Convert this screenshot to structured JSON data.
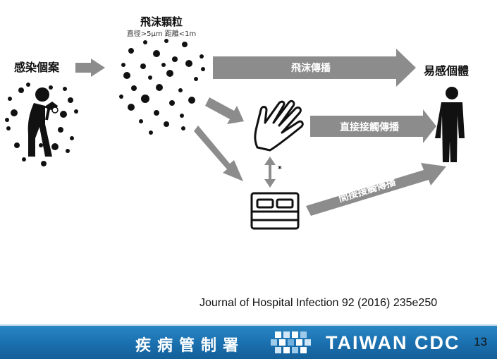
{
  "labels": {
    "droplet_title": "飛沫顆粒",
    "droplet_sub": "直徑>5μm 距離<1m",
    "infected": "感染個案",
    "susceptible": "易感個體",
    "droplet_transmission": "飛沫傳播",
    "direct_contact": "直接接觸傳播",
    "indirect_contact": "間接接觸傳播",
    "link_mark": "*"
  },
  "citation": "Journal of Hospital Infection 92 (2016) 235e250",
  "footer": {
    "org_cn": "疾病管制署",
    "org_en": "TAIWAN CDC",
    "page_number": "13"
  },
  "colors": {
    "arrow": "#8c8c8c",
    "footer": "#1f78b8"
  },
  "icons": [
    "coughing-person-icon",
    "droplet-cloud",
    "hand-icon",
    "bed-icon",
    "person-icon"
  ]
}
